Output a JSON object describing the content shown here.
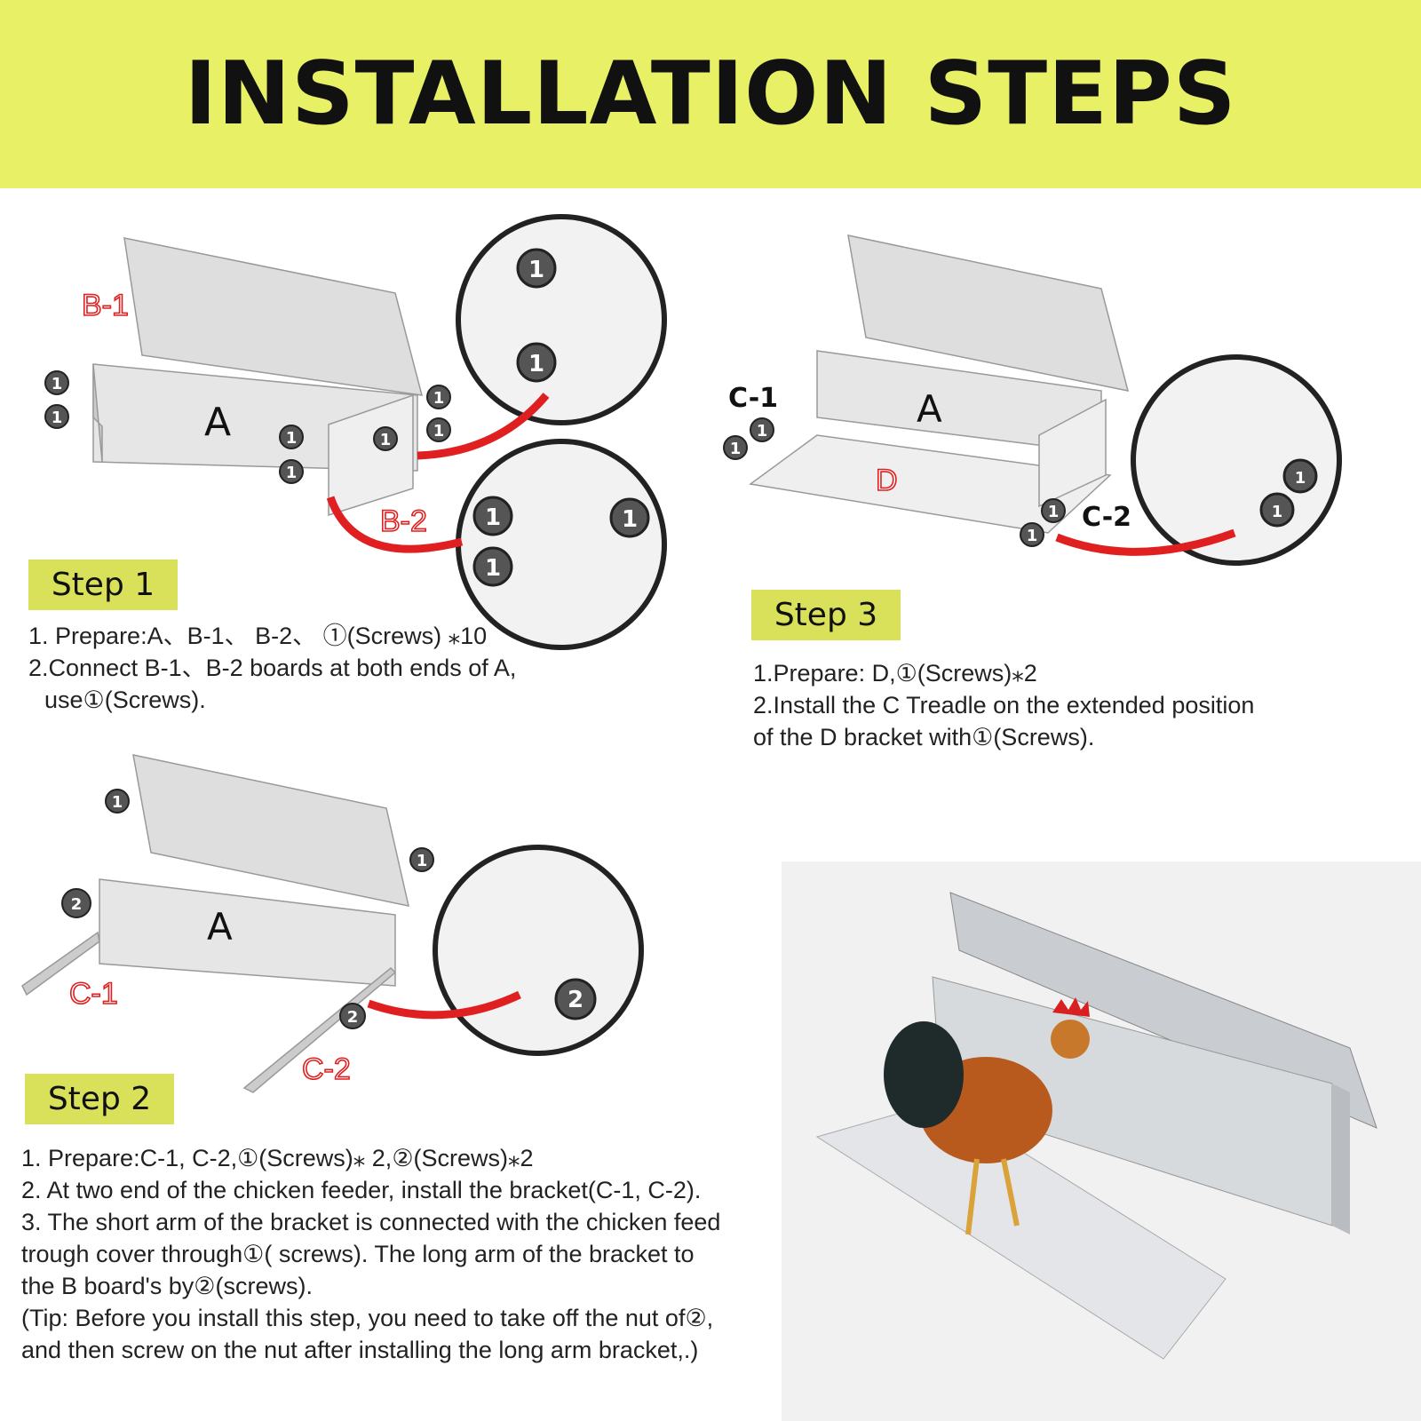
{
  "header": {
    "title": "INSTALLATION STEPS"
  },
  "colors": {
    "banner": "#e8f066",
    "step_label": "#d9e15a",
    "arrow": "#e02020",
    "label_red": "#e02020"
  },
  "step1": {
    "label": "Step 1",
    "lines": [
      "1. Prepare:A、B-1、 B-2、 ①(Screws) ⁎10",
      "2.Connect B-1、B-2 boards at both ends of A,",
      "use①(Screws)."
    ],
    "parts": {
      "a": "A",
      "b1": "B-1",
      "b2": "B-2",
      "screw": "1"
    }
  },
  "step2": {
    "label": "Step 2",
    "lines": [
      "1. Prepare:C-1, C-2,①(Screws)⁎ 2,②(Screws)⁎2",
      "2. At two end of the chicken feeder, install the  bracket(C-1, C-2).",
      "3. The short arm of the bracket is connected with the chicken feed",
      "trough cover through①( screws). The long arm of the bracket to",
      "the B board's by②(screws).",
      "(Tip: Before you install this step, you need to take off the nut of②,",
      "and then screw on the nut after installing the long arm bracket,.)"
    ],
    "parts": {
      "a": "A",
      "c1": "C-1",
      "c2": "C-2",
      "screw1": "1",
      "screw2": "2"
    }
  },
  "step3": {
    "label": "Step 3",
    "lines": [
      "1.Prepare: D,①(Screws)⁎2",
      "2.Install the C Treadle on the extended position",
      "of the D bracket with①(Screws)."
    ],
    "parts": {
      "a": "A",
      "d": "D",
      "c1": "C-1",
      "c2": "C-2",
      "screw": "1"
    }
  }
}
